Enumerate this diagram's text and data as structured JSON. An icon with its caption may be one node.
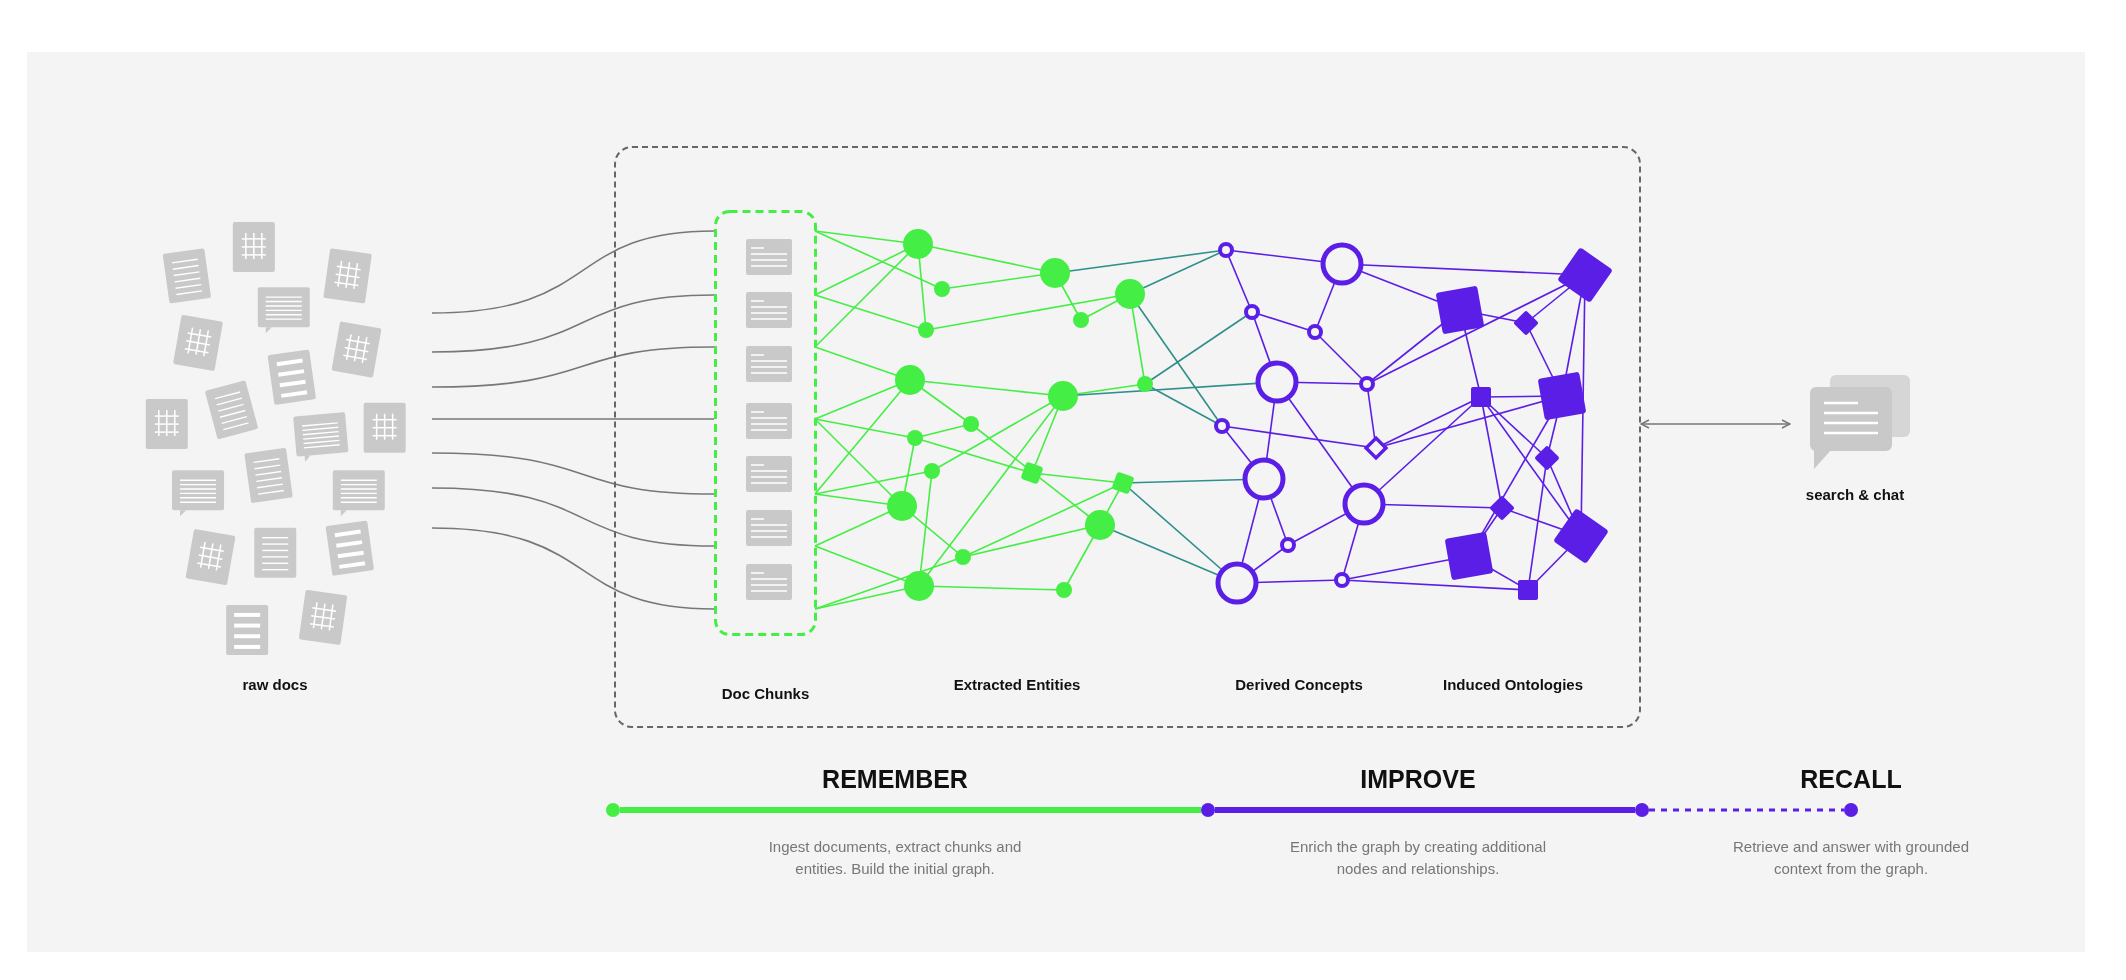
{
  "diagram": {
    "nodes": [
      {
        "text": [],
        "shape": "box"
      },
      {
        "text": [
          "Doc Chunks"
        ],
        "in": 0
      },
      {
        "text": [
          "search & chat"
        ]
      },
      {
        "text": [],
        "shape": "circle"
      },
      {
        "text": [],
        "shape": "circle"
      },
      {
        "text": [],
        "shape": "circle"
      },
      {
        "text": [],
        "shape": "circle"
      }
    ],
    "edges": [
      {
        "from": null,
        "to": 1,
        "arrow": "none"
      },
      {
        "from": null,
        "to": 1,
        "arrow": "none"
      },
      {
        "from": null,
        "to": 1,
        "arrow": "none"
      },
      {
        "from": null,
        "to": 1,
        "arrow": "none"
      },
      {
        "from": null,
        "to": 1,
        "arrow": "none"
      },
      {
        "from": null,
        "to": 1,
        "arrow": "none"
      },
      {
        "from": null,
        "to": 1,
        "arrow": "none"
      },
      {
        "from": 0,
        "to": 2,
        "arrow": "both"
      },
      {
        "from": 3,
        "to": 4,
        "arrow": "none",
        "style": "thick",
        "color": "#44ee44"
      },
      {
        "from": 4,
        "to": 5,
        "arrow": "none",
        "style": "thick",
        "color": "#5b1ee6"
      },
      {
        "from": 5,
        "to": 6,
        "arrow": "none",
        "style": "dashed",
        "color": "#5b1ee6"
      }
    ],
    "labels": [
      "raw docs",
      "Extracted Entities",
      "Derived Concepts",
      "Induced Ontologies",
      "REMEMBER",
      "IMPROVE",
      "RECALL",
      "Ingest documents, extract chunks and entities. Build the initial graph.",
      "Enrich the graph by creating additional nodes and relationships.",
      "Retrieve and answer with grounded context from the graph."
    ]
  }
}
